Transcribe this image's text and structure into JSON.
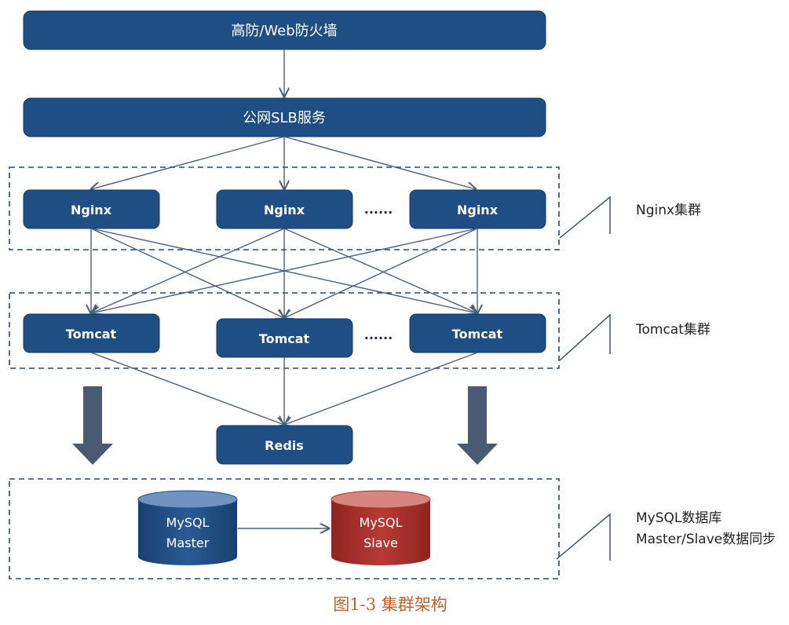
{
  "diagram": {
    "firewall": "高防/Web防火墙",
    "slb": "公网SLB服务",
    "nginx": [
      "Nginx",
      "Nginx",
      "Nginx"
    ],
    "tomcat": [
      "Tomcat",
      "Tomcat",
      "Tomcat"
    ],
    "ellipsis": "......",
    "redis": "Redis",
    "mysql_master": [
      "MySQL",
      "Master"
    ],
    "mysql_slave": [
      "MySQL",
      "Slave"
    ],
    "labels": {
      "nginx_cluster": "Nginx集群",
      "tomcat_cluster": "Tomcat集群",
      "mysql_line1": "MySQL数据库",
      "mysql_line2": "Master/Slave数据同步"
    },
    "caption": "图1-3 集群架构",
    "colors": {
      "box": "#1f4e85",
      "master": "#1f4e85",
      "slave": "#a8302c",
      "caption": "#c0622a",
      "big_arrow": "#4a5a72"
    }
  }
}
